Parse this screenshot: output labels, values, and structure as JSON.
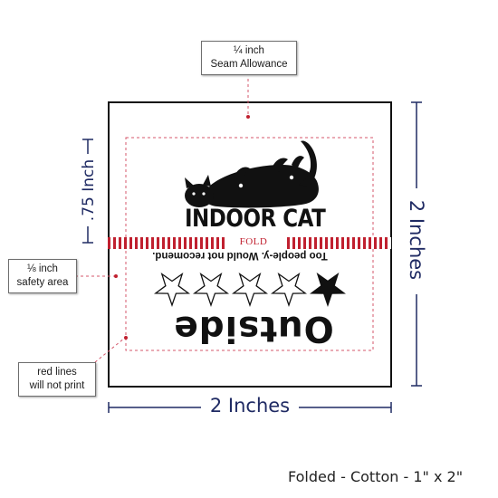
{
  "callouts": {
    "seam": {
      "line1": "¼ inch",
      "line2": "Seam Allowance"
    },
    "safety": {
      "line1": "⅛ inch",
      "line2": "safety area"
    },
    "redlines": {
      "line1": "red lines",
      "line2": "will not print"
    }
  },
  "dimensions": {
    "height_small": ".75 Inch",
    "height_full": "2 Inches",
    "width_full": "2 Inches"
  },
  "label": {
    "logo_text": "INDOOR CAT",
    "fold_text": "FOLD",
    "review_text": "Too people-y. Would not recomend.",
    "outside_text": "Outside",
    "rating": {
      "filled": 1,
      "total": 5
    },
    "logo_icon": "cat-lying-on-back-icon"
  },
  "footer": "Folded - Cotton - 1\" x 2\"",
  "colors": {
    "guide_red": "#d4576b",
    "fold_red": "#c0202f",
    "dimension_navy": "#1f2a63",
    "outline": "#111111"
  }
}
